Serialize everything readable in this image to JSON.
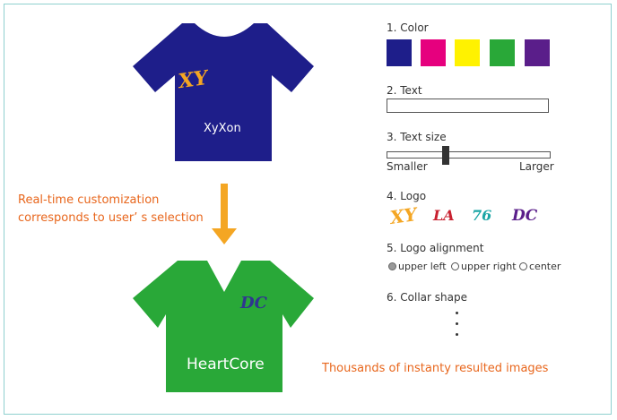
{
  "colors": {
    "shirt_top": "#1e1e8a",
    "shirt_bottom": "#29a838",
    "arrow": "#f4a623",
    "orange_text": "#e8661c"
  },
  "shirt_top": {
    "text": "XyXon",
    "logo": "XY"
  },
  "shirt_bottom": {
    "text": "HeartCore",
    "logo": "DC"
  },
  "notes": {
    "line1": "Real-time customization",
    "line2": "corresponds to user’ s selection",
    "results": "Thousands of instanty resulted images"
  },
  "options": {
    "color_label": "1. Color",
    "swatches": [
      "#1e1e8a",
      "#e6007e",
      "#fff200",
      "#29a838",
      "#5a1e8a"
    ],
    "text_label": "2. Text",
    "text_value": "",
    "text_size_label": "3. Text size",
    "text_size_min": "Smaller",
    "text_size_max": "Larger",
    "logo_label": "4. Logo",
    "logos": [
      "XY",
      "LA",
      "76",
      "DC"
    ],
    "logo_alignment_label": "5. Logo alignment",
    "alignment_options": [
      "upper left",
      "upper right",
      "center"
    ],
    "alignment_selected": "upper left",
    "collar_label": "6. Collar shape"
  }
}
